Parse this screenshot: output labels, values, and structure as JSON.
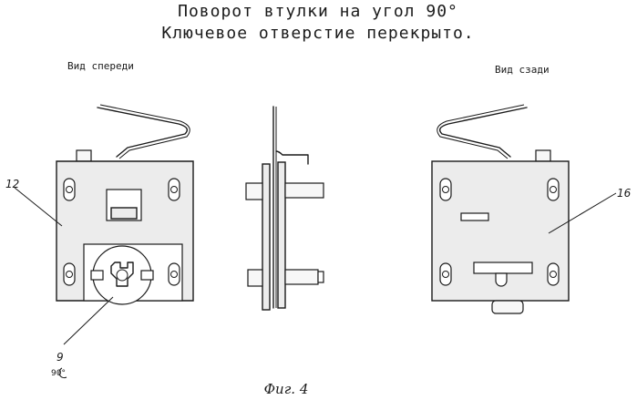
{
  "title": {
    "line1": "Поворот втулки на угол 90°",
    "line2": "Ключевое отверстие перекрыто."
  },
  "views": {
    "front": "Вид спереди",
    "back": "Вид сзади"
  },
  "labels": {
    "part_12": "12",
    "part_16": "16",
    "part_9": "9",
    "rotation": "90°"
  },
  "caption": "Фиг. 4"
}
